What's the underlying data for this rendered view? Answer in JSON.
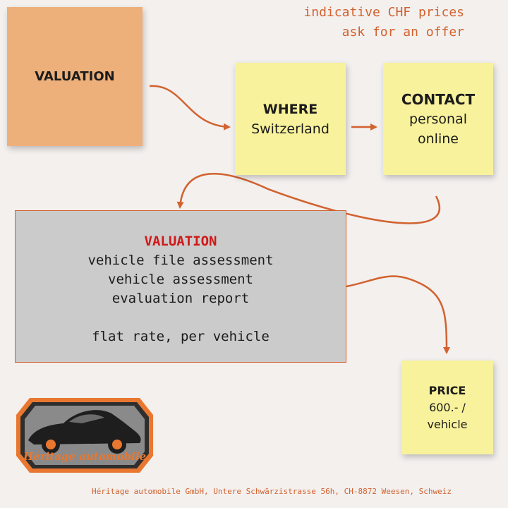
{
  "header_note": {
    "line1": "indicative CHF prices",
    "line2": "ask for an offer"
  },
  "notes": {
    "valuation": {
      "title": "VALUATION"
    },
    "where": {
      "title": "WHERE",
      "value": "Switzerland"
    },
    "contact": {
      "title": "CONTACT",
      "line1": "personal",
      "line2": "online"
    },
    "price": {
      "title": "PRICE",
      "line1": "600.- /",
      "line2": "vehicle"
    }
  },
  "valuation_box": {
    "title": "VALUATION",
    "items": [
      "vehicle file assessment",
      "vehicle assessment",
      "evaluation report"
    ],
    "rate": "flat rate, per vehicle"
  },
  "logo": {
    "text": "Héritage automobile"
  },
  "footer": "Héritage automobile GmbH, Untere Schwärzistrasse 56h, CH-8872 Weesen, Schweiz",
  "colors": {
    "accent": "#d2622f",
    "orange_note": "#eeb07a",
    "yellow_note": "#f8f29c",
    "grey_box": "#cbcbcb",
    "title_red": "#d01818"
  }
}
